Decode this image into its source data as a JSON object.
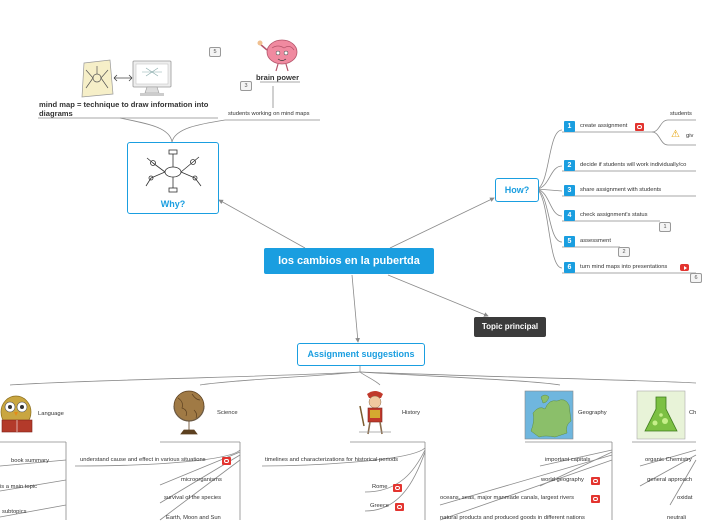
{
  "central": {
    "title": "los cambios en la pubertda"
  },
  "main_nodes": {
    "why": "Why?",
    "how": "How?",
    "assignment": "Assignment suggestions",
    "topic": "Topic principal"
  },
  "why_branch": {
    "mind_map_def": "mind map = technique to draw information into diagrams",
    "brain_power": "brain power",
    "students_working": "students working on mind maps",
    "badge_5": "5",
    "badge_3": "3"
  },
  "how_branch": {
    "steps": [
      {
        "num": "1",
        "label": "create assignment"
      },
      {
        "num": "2",
        "label": "decide if students will work individually/co"
      },
      {
        "num": "3",
        "label": "share assignment with students"
      },
      {
        "num": "4",
        "label": "check assignment's status"
      },
      {
        "num": "5",
        "label": "assessment"
      },
      {
        "num": "6",
        "label": "turn mind maps into presentations"
      }
    ],
    "sub_students": "students",
    "sub_give": "giv",
    "badge_1": "1",
    "badge_2": "2",
    "badge_6": "6"
  },
  "subjects": {
    "language": {
      "title": "Language",
      "items": [
        "book summary",
        "is a main topic",
        "subtopics"
      ]
    },
    "science": {
      "title": "Science",
      "items": [
        "understand cause and effect in various situations",
        "microorganisms",
        "survival of the species",
        "Earth, Moon and Sun"
      ]
    },
    "history": {
      "title": "History",
      "items": [
        "timelines and characterizations for historical periods",
        "Rome",
        "Greece"
      ]
    },
    "geography": {
      "title": "Geography",
      "items": [
        "important capitals",
        "world geography",
        "oceans, seas, major manmade canals,  largest rivers",
        "natural products and produced goods in different nations"
      ]
    },
    "chemistry": {
      "title": "Ch",
      "items": [
        "organic Chemistry",
        "general approach",
        "oxidat",
        "neutrali"
      ]
    }
  },
  "colors": {
    "accent": "#1a9ee0",
    "dark_node": "#3b3b3b",
    "attachment_red": "#e3342f",
    "link_gray": "#8a8a8a"
  }
}
